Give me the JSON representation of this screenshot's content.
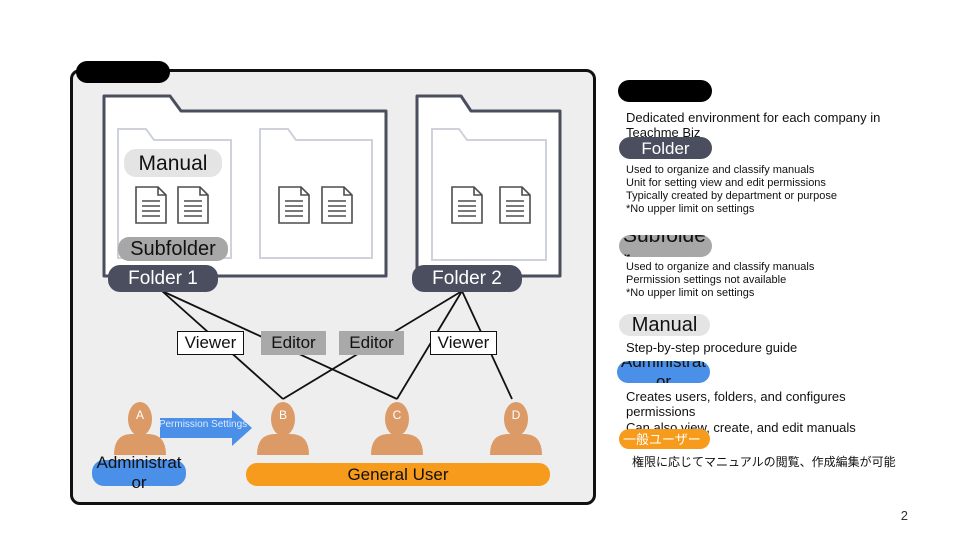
{
  "folders": {
    "folder1_label": "Folder 1",
    "folder2_label": "Folder 2",
    "subfolder_label": "Subfolder",
    "manual_label": "Manual"
  },
  "permissions": [
    {
      "label": "Viewer",
      "style": "outline"
    },
    {
      "label": "Editor",
      "style": "filled"
    },
    {
      "label": "Editor",
      "style": "filled"
    },
    {
      "label": "Viewer",
      "style": "outline"
    }
  ],
  "users": {
    "letters": [
      "A",
      "B",
      "C",
      "D"
    ],
    "admin_label": "Administrator",
    "arrow_label": "Permission Settings",
    "general_label": "General User"
  },
  "legend": {
    "folder": {
      "label": "Folder",
      "lines": [
        "Used to organize and classify manuals",
        "Unit for setting view and edit permissions",
        "Typically created by department or purpose",
        "*No upper limit on settings"
      ]
    },
    "subfolder": {
      "label": "Subfolder",
      "lines": [
        "Used to organize and classify manuals",
        "Permission settings not available",
        "*No upper limit on settings"
      ]
    },
    "company_desc": "Dedicated environment for each company in Teachme Biz",
    "manual": {
      "label": "Manual",
      "desc": "Step-by-step procedure guide"
    },
    "admin": {
      "label": "Administrator",
      "desc1": "Creates users, folders, and configures permissions",
      "desc2": "Can also view, create, and edit manuals"
    },
    "general": {
      "label": "一般ユーザー",
      "desc": "権限に応じてマニュアルの閲覧、作成編集が可能"
    }
  },
  "page_number": "2",
  "colors": {
    "folder_pill": "#4a4e5e",
    "subfolder_pill": "#a7a7a7",
    "admin_blue": "#4a8fe8",
    "general_orange": "#f79b1c",
    "user_figure": "#dc9a66"
  },
  "icons": [
    "folder-icon",
    "document-icon",
    "user-icon",
    "arrow-right-icon"
  ]
}
